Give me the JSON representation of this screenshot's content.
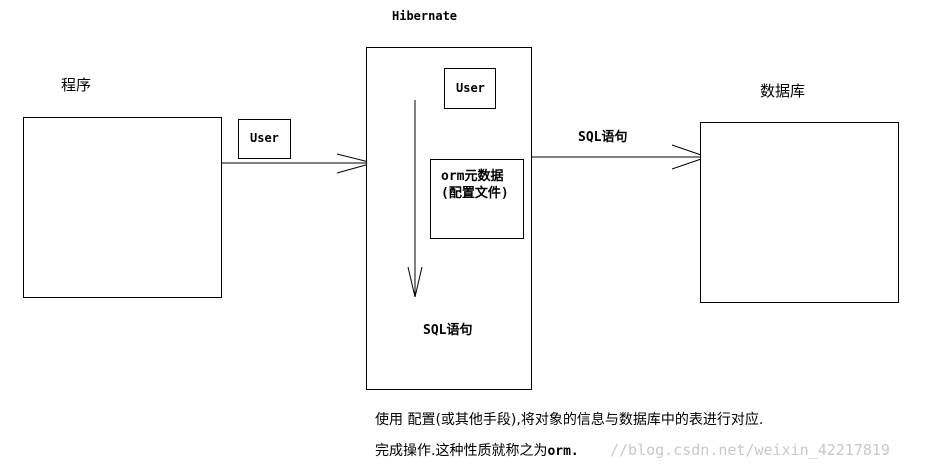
{
  "diagram": {
    "hibernate_title": "Hibernate",
    "program_label": "程序",
    "database_label": "数据库",
    "user_left": "User",
    "user_hibernate": "User",
    "orm_line1": "orm元数据",
    "orm_line2": "(配置文件)",
    "sql_top": "SQL语句",
    "sql_inside": "SQL语句"
  },
  "caption": {
    "line1": "使用 配置(或其他手段),将对象的信息与数据库中的表进行对应.",
    "line2_prefix": "完成操作.这种性质就称之为",
    "line2_orm": "orm.",
    "watermark": "//blog.csdn.net/weixin_42217819"
  }
}
